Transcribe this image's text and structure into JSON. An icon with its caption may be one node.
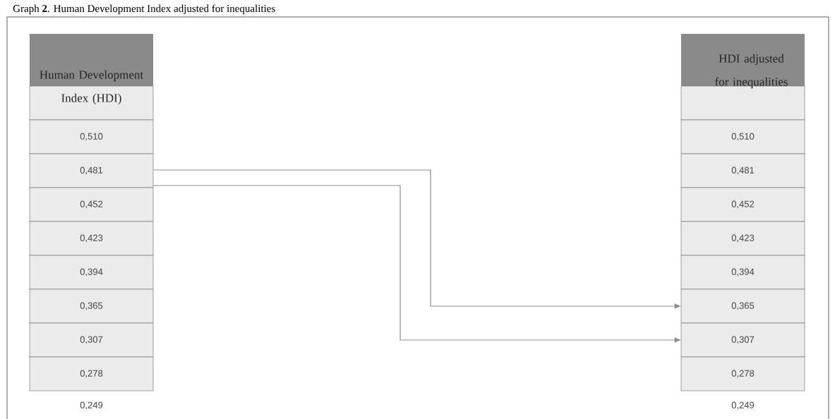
{
  "diagram": {
    "title": "Graph **2**. Human Development Index adjusted for inequalities",
    "nodes": [
      {
        "text": [
          "Human Development Index (HDI)"
        ]
      },
      {
        "text": [
          "0,510"
        ]
      },
      {
        "text": [
          "0,481"
        ]
      },
      {
        "text": [
          "0,452"
        ]
      },
      {
        "text": [
          "0,423"
        ]
      },
      {
        "text": [
          "0,394"
        ]
      },
      {
        "text": [
          "0,365"
        ]
      },
      {
        "text": [
          "0,307"
        ]
      },
      {
        "text": [
          "0,278"
        ]
      },
      {
        "text": [
          "0,249"
        ]
      },
      {
        "text": [
          "HDI adjusted for inequalities"
        ]
      },
      {
        "text": [
          "0,510"
        ]
      },
      {
        "text": [
          "0,481"
        ]
      },
      {
        "text": [
          "0,452"
        ]
      },
      {
        "text": [
          "0,423"
        ]
      },
      {
        "text": [
          "0,394"
        ]
      },
      {
        "text": [
          "0,365"
        ]
      },
      {
        "text": [
          "0,307"
        ]
      },
      {
        "text": [
          "0,278"
        ]
      },
      {
        "text": [
          "0,249"
        ]
      }
    ],
    "edges": [
      {
        "from": 2,
        "to": 16,
        "arrow": "to"
      },
      {
        "from": 2,
        "to": 17,
        "arrow": "to"
      }
    ]
  }
}
